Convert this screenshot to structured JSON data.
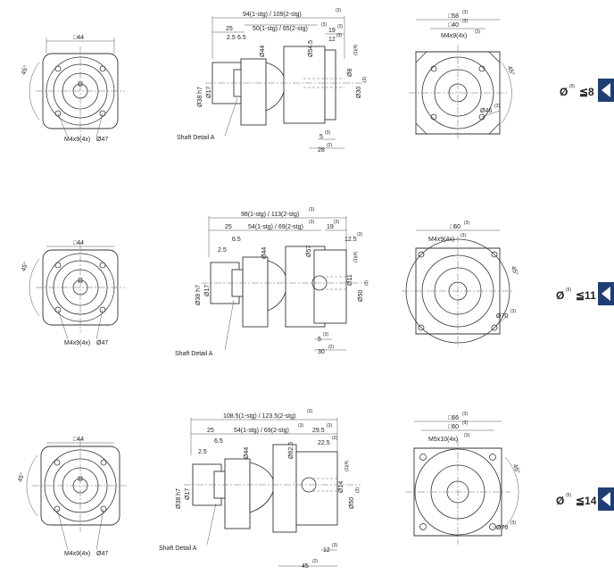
{
  "rows": [
    {
      "front": {
        "square": "□44",
        "angle": "45°",
        "holes": "M4x9(4x)",
        "pcd": "Ø47"
      },
      "side": {
        "overall": "94(1-stg) / 109(2-stg)",
        "overall_sup": "(3)",
        "body": "50(1-stg) / 65(2-stg)",
        "body_sup": "(3)",
        "d25": "25",
        "d65": "6.5",
        "d25b": "2.5",
        "d44": "Ø44",
        "d38": "Ø38 h7",
        "d17": "Ø17",
        "dflange": "Ø54.5",
        "tail1": "19",
        "tail1_sup": "(3)",
        "tail2": "12",
        "tail2_sup": "(3)",
        "bore": "Ø8",
        "bore_sup": "(1)(4)",
        "pilot": "Ø30",
        "pilot_sup": "(3)",
        "key": "5",
        "key_sup": "(3)",
        "depth": "28",
        "depth_sup": "(2)",
        "shaft_detail": "Shaft Detail  A"
      },
      "rear": {
        "sq1": "□58",
        "sq1_sup": "(3)",
        "sq2": "□40",
        "sq2_sup": "(3)",
        "holes": "M4x9(4x)",
        "holes_sup": "(3)",
        "angle": "45°",
        "pcd": "Ø46",
        "pcd_sup": "(3)"
      },
      "selector": {
        "prefix": "Ø",
        "sup": "(5)",
        "text": "≦8"
      }
    },
    {
      "front": {
        "square": "□44",
        "angle": "45°",
        "holes": "M4x9(4x)",
        "pcd": "Ø47"
      },
      "side": {
        "overall": "98(1-stg) / 113(2-stg)",
        "overall_sup": "(3)",
        "body": "54(1-stg) / 69(2-stg)",
        "body_sup": "(3)",
        "d25": "25",
        "d65": "6.5",
        "d25b": "2.5",
        "d44": "Ø44",
        "d38": "Ø38 h7",
        "d17": "Ø17",
        "dflange": "Ø57",
        "tail1": "19",
        "tail1_sup": "(3)",
        "tail2": "12.5",
        "tail2_sup": "(3)",
        "bore": "Ø11",
        "bore_sup": "(1)(4)",
        "pilot": "Ø50",
        "pilot_sup": "(3)",
        "key": "5",
        "key_sup": "(3)",
        "depth": "30",
        "depth_sup": "(2)",
        "shaft_detail": "Shaft Detail  A"
      },
      "rear": {
        "sq1": "□60",
        "sq1_sup": "(3)",
        "sq2": "",
        "sq2_sup": "",
        "holes": "M4x9(4x)",
        "holes_sup": "(3)",
        "angle": "45°",
        "pcd": "Ø70",
        "pcd_sup": "(3)"
      },
      "selector": {
        "prefix": "Ø",
        "sup": "(5)",
        "text": "≦11"
      }
    },
    {
      "front": {
        "square": "□44",
        "angle": "45°",
        "holes": "M4x9(4x)",
        "pcd": "Ø47"
      },
      "side": {
        "overall": "108.5(1-stg) / 123.5(2-stg)",
        "overall_sup": "(3)",
        "body": "54(1-stg) / 69(2-stg)",
        "body_sup": "(3)",
        "d25": "25",
        "d65": "6.5",
        "d25b": "2.5",
        "d44": "Ø44",
        "d38": "Ø38 h7",
        "d17": "Ø17",
        "dflange": "Ø62.5",
        "tail1": "29.5",
        "tail1_sup": "(3)",
        "tail2": "22.5",
        "tail2_sup": "(3)",
        "bore": "Ø14",
        "bore_sup": "(1)(4)",
        "pilot": "Ø50",
        "pilot_sup": "(3)",
        "key": "12",
        "key_sup": "(3)",
        "depth": "45",
        "depth_sup": "(2)",
        "shaft_detail": "Shaft Detail  A"
      },
      "rear": {
        "sq1": "□66",
        "sq1_sup": "(3)",
        "sq2": "□60",
        "sq2_sup": "(3)",
        "holes": "M5x10(4x)",
        "holes_sup": "(3)",
        "angle": "45°",
        "pcd": "Ø70",
        "pcd_sup": "(3)"
      },
      "selector": {
        "prefix": "Ø",
        "sup": "(5)",
        "text": "≦14"
      }
    }
  ],
  "colors": {
    "line": "#333333",
    "tab": "#1f3f73",
    "text": "#222222"
  }
}
